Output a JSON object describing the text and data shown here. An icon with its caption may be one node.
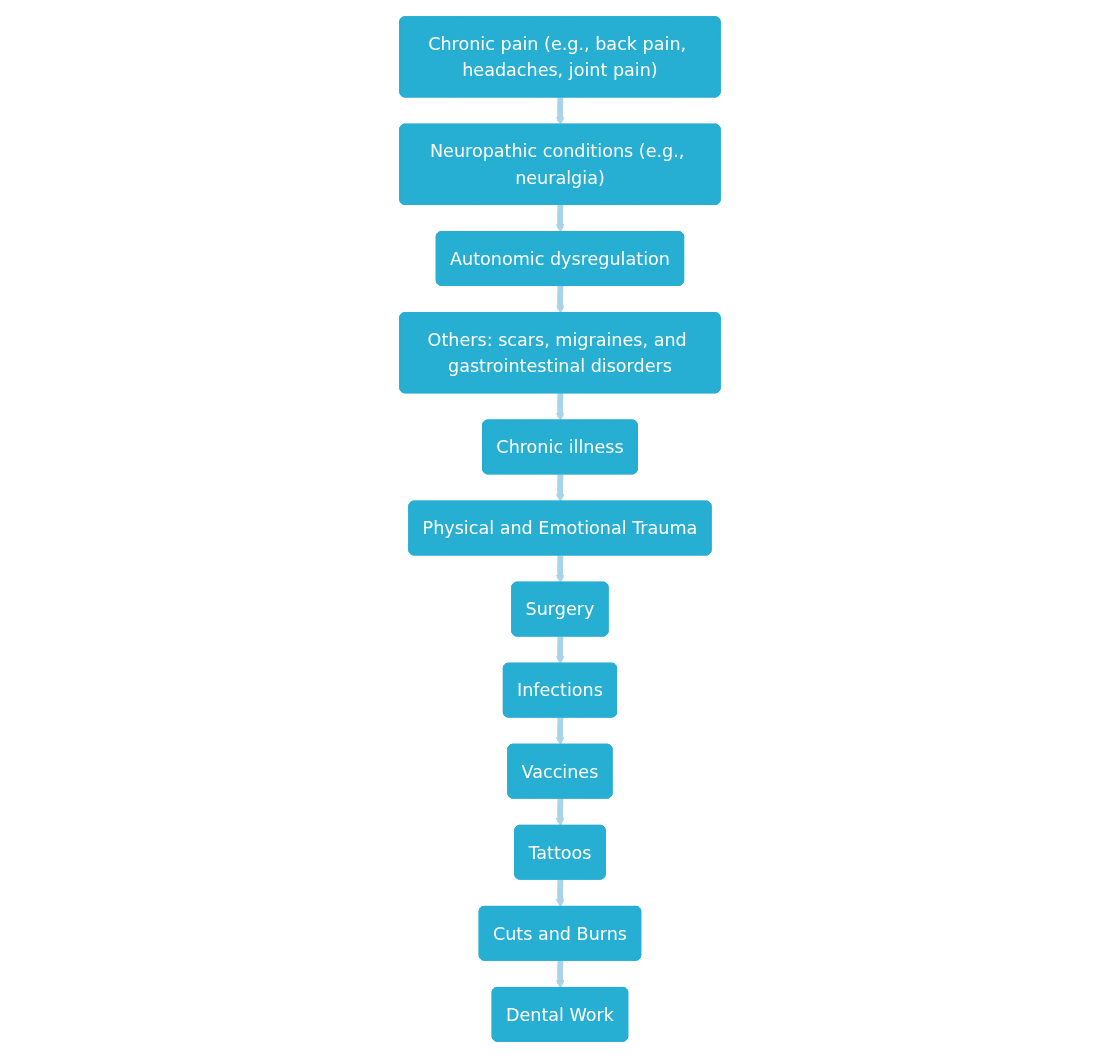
{
  "diagram": {
    "nodes": [
      {
        "text": [
          "Chronic pain (e.g., back pain, headaches, joint pain)"
        ]
      },
      {
        "text": [
          "Neuropathic conditions (e.g., neuralgia)"
        ]
      },
      {
        "text": [
          "Autonomic dysregulation"
        ]
      },
      {
        "text": [
          "Others: scars, migraines, and gastrointestinal disorders"
        ]
      },
      {
        "text": [
          "Chronic illness"
        ]
      },
      {
        "text": [
          "Physical and Emotional Trauma"
        ]
      },
      {
        "text": [
          "Surgery"
        ]
      },
      {
        "text": [
          "Infections"
        ]
      },
      {
        "text": [
          "Vaccines"
        ]
      },
      {
        "text": [
          "Tattoos"
        ]
      },
      {
        "text": [
          "Cuts and Burns"
        ]
      },
      {
        "text": [
          "Dental Work"
        ]
      }
    ],
    "edges": [
      {
        "from": 0,
        "to": 1,
        "arrow": "to"
      },
      {
        "from": 1,
        "to": 2,
        "arrow": "to"
      },
      {
        "from": 2,
        "to": 3,
        "arrow": "to"
      },
      {
        "from": 3,
        "to": 4,
        "arrow": "to"
      },
      {
        "from": 4,
        "to": 5,
        "arrow": "to"
      },
      {
        "from": 5,
        "to": 6,
        "arrow": "to"
      },
      {
        "from": 6,
        "to": 7,
        "arrow": "to"
      },
      {
        "from": 7,
        "to": 8,
        "arrow": "to"
      },
      {
        "from": 8,
        "to": 9,
        "arrow": "to"
      },
      {
        "from": 9,
        "to": 10,
        "arrow": "to"
      },
      {
        "from": 10,
        "to": 11,
        "arrow": "to"
      }
    ]
  }
}
